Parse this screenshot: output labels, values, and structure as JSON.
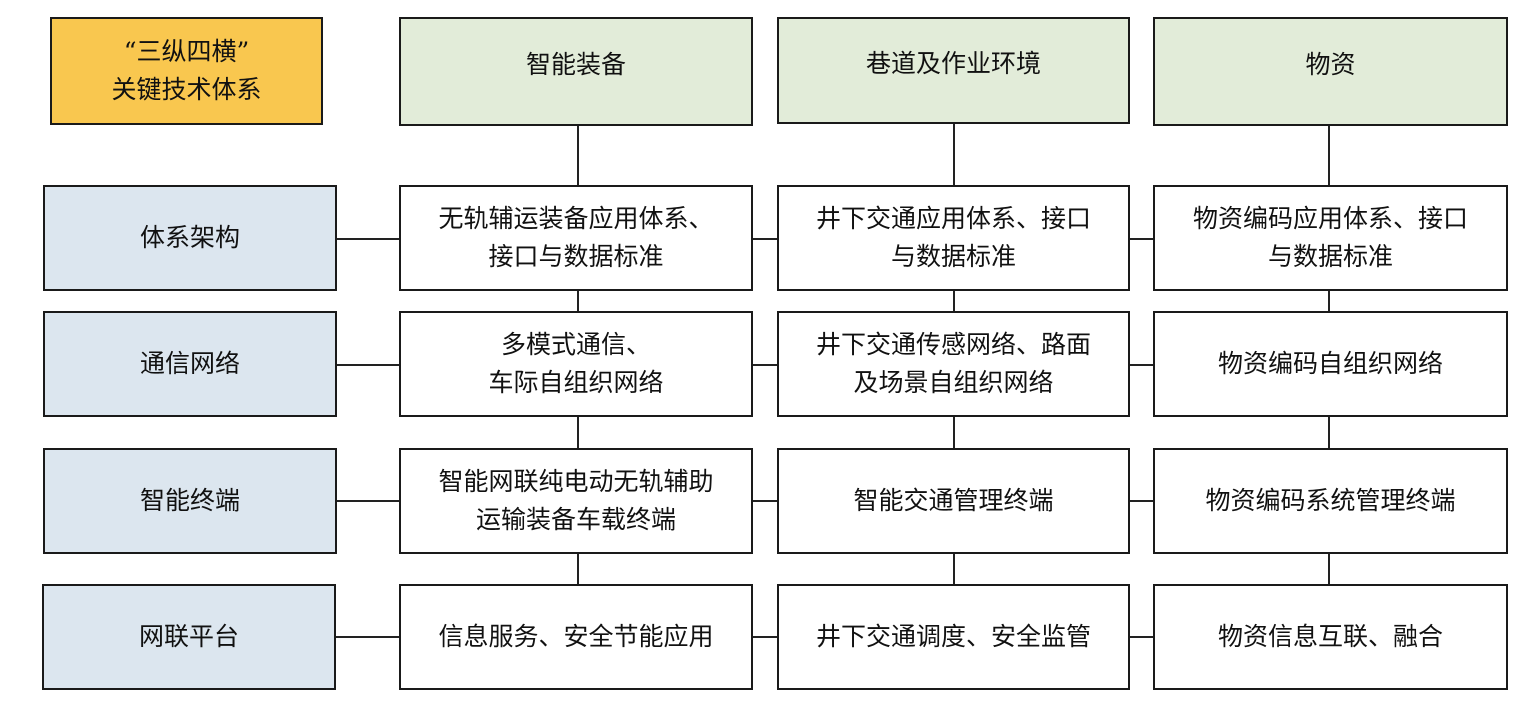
{
  "title": "“三纵四横”\n关键技术体系",
  "columns": [
    "智能装备",
    "巷道及作业环境",
    "物资"
  ],
  "rows": [
    {
      "label": "体系架构",
      "cells": [
        "无轨辅运装备应用体系、\n接口与数据标准",
        "井下交通应用体系、接口\n与数据标准",
        "物资编码应用体系、接口\n与数据标准"
      ]
    },
    {
      "label": "通信网络",
      "cells": [
        "多模式通信、\n车际自组织网络",
        "井下交通传感网络、路面\n及场景自组织网络",
        "物资编码自组织网络"
      ]
    },
    {
      "label": "智能终端",
      "cells": [
        "智能网联纯电动无轨辅助\n运输装备车载终端",
        "智能交通管理终端",
        "物资编码系统管理终端"
      ]
    },
    {
      "label": "网联平台",
      "cells": [
        "信息服务、安全节能应用",
        "井下交通调度、安全监管",
        "物资信息互联、融合"
      ]
    }
  ],
  "colors": {
    "title": "#f9c74f",
    "column_header": "#e2ecd9",
    "row_header": "#dce6ef",
    "border": "#1a1a1a"
  }
}
